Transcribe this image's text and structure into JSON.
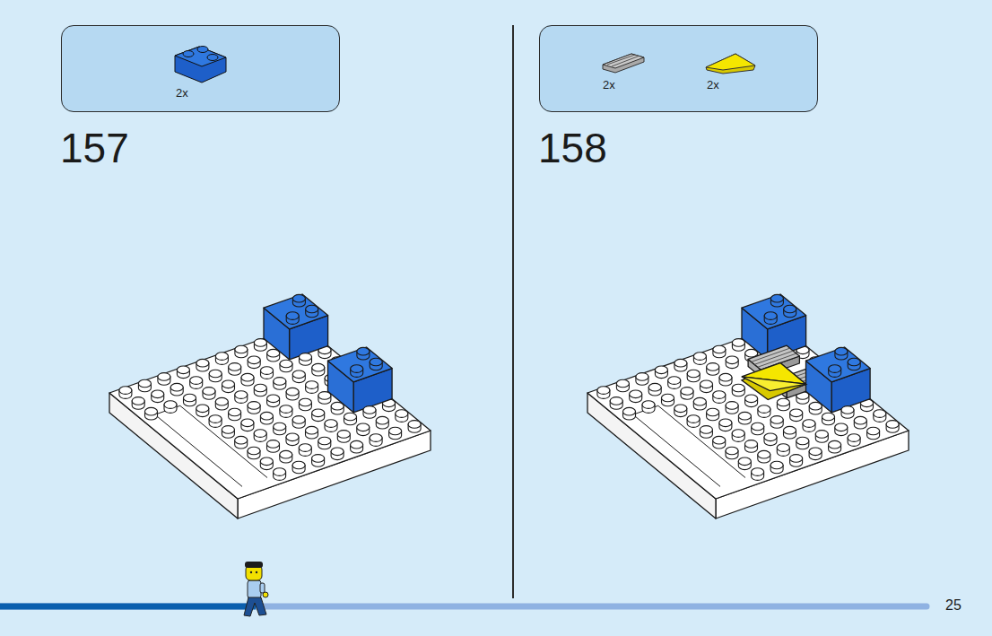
{
  "diagram": {
    "nodes": [
      {
        "text": [
          "2x"
        ]
      },
      {
        "text": [
          "2x",
          "2x"
        ]
      }
    ],
    "labels": [
      "157",
      "158",
      "25"
    ]
  }
}
